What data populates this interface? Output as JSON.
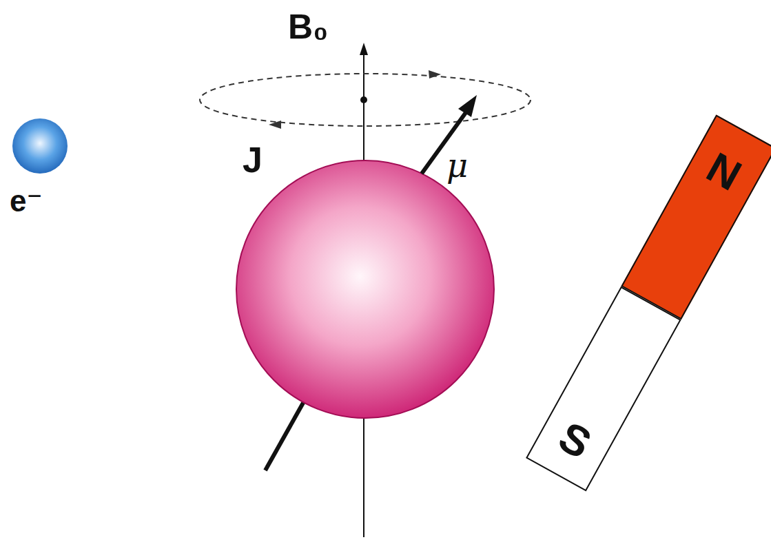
{
  "diagram": {
    "nodes": [
      {
        "text": [
          "N"
        ]
      },
      {
        "text": [
          "S"
        ]
      }
    ],
    "labels": [
      "B₀",
      "J",
      "μ",
      "e⁻"
    ]
  }
}
